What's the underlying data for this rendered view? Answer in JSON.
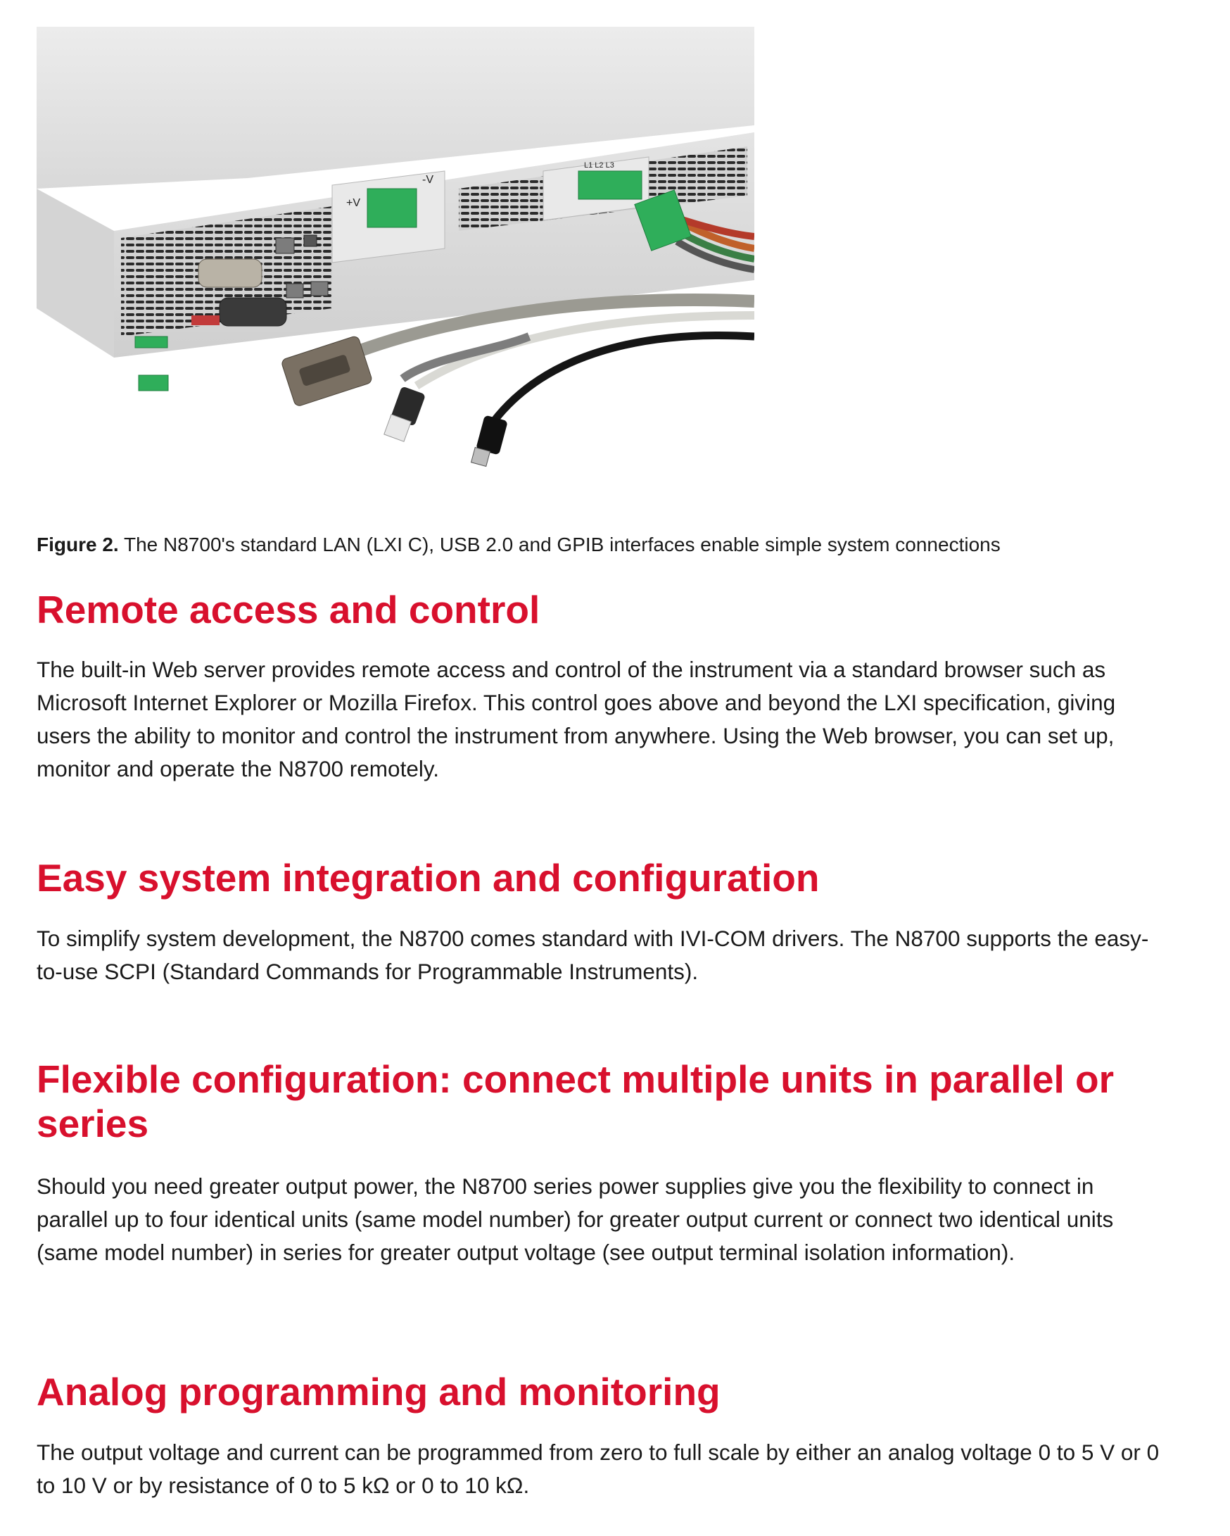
{
  "figure": {
    "caption_label": "Figure 2.",
    "caption_text": " The N8700's standard LAN (LXI C), USB 2.0 and GPIB interfaces enable simple system connections",
    "panel_labels": {
      "plus_v": "+V",
      "minus_v": "-V",
      "ac_terminals": "L1 L2 L3"
    }
  },
  "sections": [
    {
      "heading": "Remote access and control",
      "body": "The built-in Web server provides remote access and control of the instrument via a standard browser such as Microsoft Internet Explorer or Mozilla Firefox. This control goes above and beyond the LXI specification, giving users the ability to monitor and control the instrument from anywhere. Using the Web browser, you can set up, monitor and operate the N8700 remotely."
    },
    {
      "heading": "Easy system integration and configuration",
      "body": "To simplify system development, the N8700 comes standard with IVI-COM drivers. The N8700 supports the easy-to-use SCPI (Standard Commands for Programmable Instruments)."
    },
    {
      "heading": "Flexible configuration: connect multiple units in parallel or series",
      "body": "Should you need greater output power, the N8700 series power supplies give you the flexibility to connect in parallel up to four identical units (same model number) for greater output current or connect two identical units (same model number) in series for greater output voltage (see output terminal isolation information)."
    },
    {
      "heading": "Analog programming and monitoring",
      "body": "The output voltage and current can be programmed from zero to full scale by either an analog voltage 0 to 5 V or 0 to 10 V or by resistance of 0 to 5 kΩ or 0 to 10 kΩ."
    }
  ],
  "colors": {
    "heading": "#d8102d",
    "text": "#1a1a1a",
    "connector_green": "#2fae5a"
  }
}
